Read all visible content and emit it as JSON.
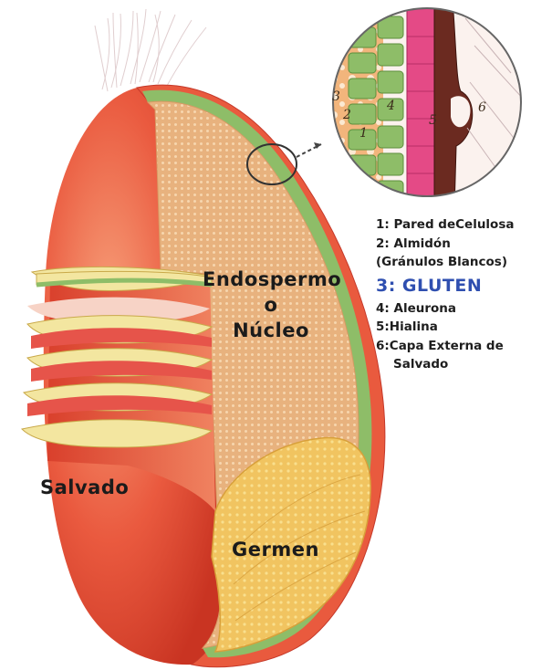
{
  "labels": {
    "endospermo": [
      "Endospermo",
      "o",
      "Núcleo"
    ],
    "salvado": "Salvado",
    "germen": "Germen"
  },
  "legend": {
    "items": [
      {
        "text": "1: Pared deCelulosa"
      },
      {
        "text": "2: Almidón"
      },
      {
        "text": "(Gránulos Blancos)"
      },
      {
        "text": "3:  GLUTEN"
      },
      {
        "text": "4: Aleurona"
      },
      {
        "text": "5:Hialina"
      },
      {
        "text": "6:Capa Externa de"
      },
      {
        "text": "Salvado"
      }
    ]
  },
  "inset_numbers": [
    "3",
    "2",
    "1",
    "4",
    "5",
    "6"
  ],
  "colors": {
    "bran": "#e8503a",
    "bran_light": "#f39a6e",
    "endosperm": "#e9b07a",
    "aleurone": "#8fbf6a",
    "germ": "#f0c35a",
    "gluten": "#2f4fb0",
    "hyaline": "#e0407a"
  }
}
